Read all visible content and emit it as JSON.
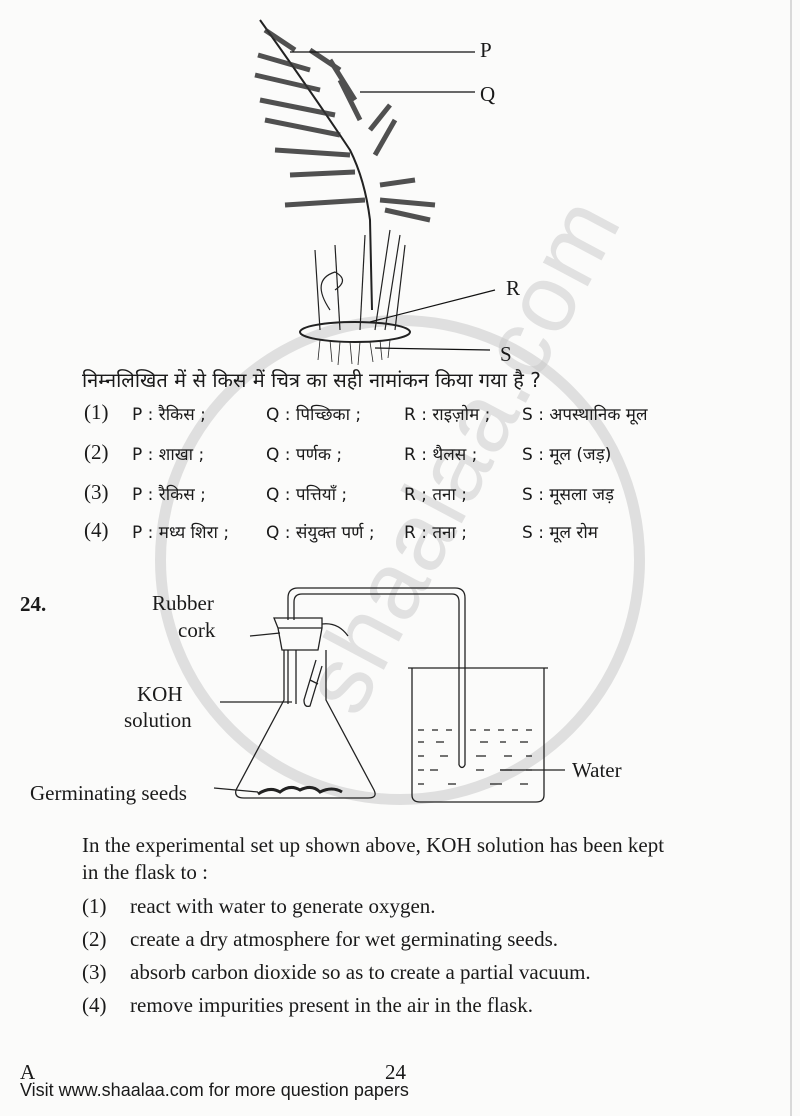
{
  "question_23": {
    "figure": {
      "description": "Fern plant illustration",
      "labels": [
        "P",
        "Q",
        "R",
        "S"
      ]
    },
    "prompt": "निम्नलिखित में से किस में चित्र का सही नामांकन किया गया है ?",
    "options": [
      {
        "num": "(1)",
        "P": "P : रैकिस ;",
        "Q": "Q : पिच्छिका ;",
        "R": "R : राइज़ोम ;",
        "S": "S : अपस्थानिक मूल"
      },
      {
        "num": "(2)",
        "P": "P : शाखा ;",
        "Q": "Q : पर्णक ;",
        "R": "R : थैलस ;",
        "S": "S : मूल (जड़)"
      },
      {
        "num": "(3)",
        "P": "P : रैकिस ;",
        "Q": "Q : पत्तियाँ ;",
        "R": "R ; तना ;",
        "S": "S : मूसला जड़"
      },
      {
        "num": "(4)",
        "P": "P : मध्य शिरा ;",
        "Q": "Q : संयुक्त पर्ण ;",
        "R": "R : तना ;",
        "S": "S : मूल रोम"
      }
    ]
  },
  "question_24": {
    "number": "24.",
    "figure": {
      "labels": {
        "rubber_cork_line1": "Rubber",
        "rubber_cork_line2": "cork",
        "koh_line1": "KOH",
        "koh_line2": "solution",
        "seeds": "Germinating seeds",
        "water": "Water"
      }
    },
    "prompt_line1": "In the experimental set up shown above, KOH solution has been kept",
    "prompt_line2": "in the flask to :",
    "options": [
      {
        "num": "(1)",
        "text": "react with water to generate oxygen."
      },
      {
        "num": "(2)",
        "text": "create a dry atmosphere for wet germinating seeds."
      },
      {
        "num": "(3)",
        "text": "absorb carbon dioxide so as to create a partial vacuum."
      },
      {
        "num": "(4)",
        "text": "remove impurities present in the air in the flask."
      }
    ]
  },
  "footer": {
    "set_code": "A",
    "page_number": "24",
    "site_note": "Visit www.shaalaa.com for more question papers"
  },
  "watermark": "shaalaa.com"
}
